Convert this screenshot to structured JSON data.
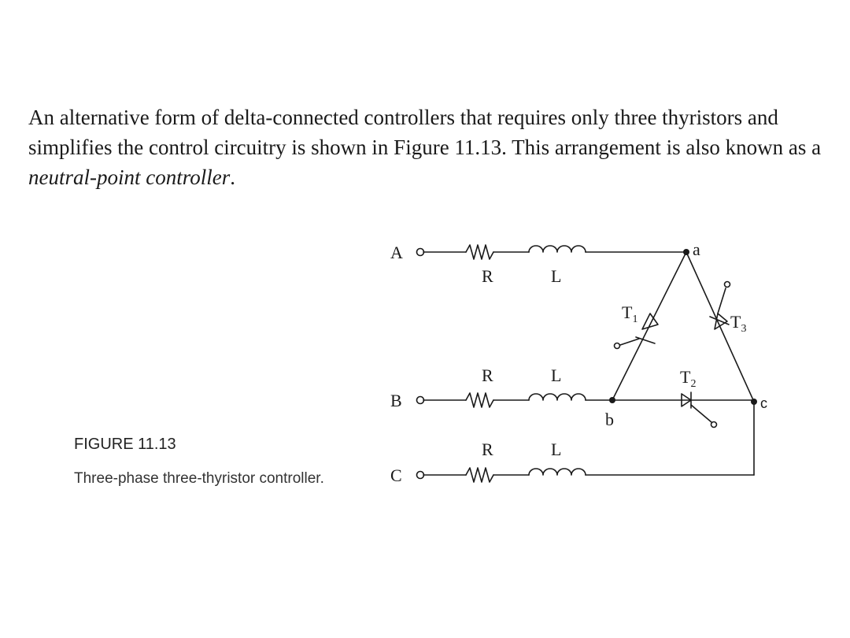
{
  "paragraph": {
    "part1": "An alternative form of delta-connected controllers that requires only three thyristors and simplifies the control circuitry is shown in Figure 11.13. This arrangement is also known as a ",
    "emphasis": "neutral-point controller",
    "part2": "."
  },
  "figure": {
    "label": "FIGURE 11.13",
    "caption": "Three-phase three-thyristor controller."
  },
  "circuit": {
    "phases": [
      {
        "terminal": "A",
        "resistor": "R",
        "inductor": "L"
      },
      {
        "terminal": "B",
        "resistor": "R",
        "inductor": "L"
      },
      {
        "terminal": "C",
        "resistor": "R",
        "inductor": "L"
      }
    ],
    "nodes": {
      "a": "a",
      "b": "b",
      "c": "c"
    },
    "thyristors": [
      {
        "name": "T",
        "sub": "1"
      },
      {
        "name": "T",
        "sub": "2"
      },
      {
        "name": "T",
        "sub": "3"
      }
    ]
  }
}
